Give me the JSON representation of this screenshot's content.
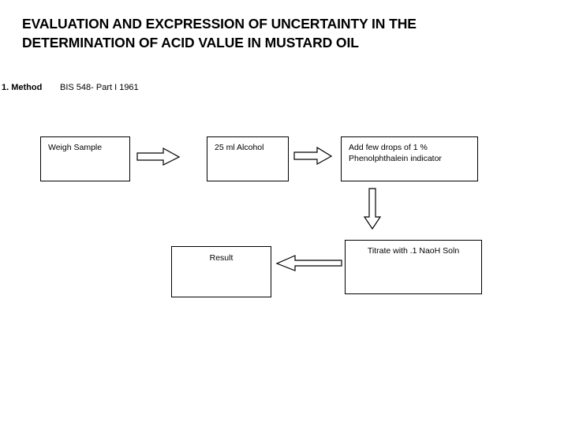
{
  "slide": {
    "title": "EVALUATION AND EXCPRESSION OF UNCERTAINTY IN THE DETERMINATION OF ACID VALUE IN MUSTARD OIL",
    "background_color": "#FFFFFF",
    "text_color": "#000000"
  },
  "method": {
    "label": "1. Method",
    "value": "BIS 548- Part I 1961"
  },
  "flowchart": {
    "boxes": [
      {
        "id": "weigh",
        "text": "Weigh Sample"
      },
      {
        "id": "alcohol",
        "text": "25 ml Alcohol"
      },
      {
        "id": "indicator",
        "text": "Add few drops of 1 %\nPhenolphthalein indicator"
      },
      {
        "id": "titrate",
        "text": "Titrate with .1 NaoH Soln"
      },
      {
        "id": "result",
        "text": "Result"
      }
    ],
    "arrows": [
      {
        "id": "weigh-to-alcohol",
        "direction": "right"
      },
      {
        "id": "alcohol-to-indicator",
        "direction": "right"
      },
      {
        "id": "indicator-to-titrate",
        "direction": "down"
      },
      {
        "id": "titrate-to-result",
        "direction": "left"
      }
    ],
    "box_border_color": "#000000",
    "box_fill_color": "#FFFFFF",
    "arrow_fill_color": "#FFFFFF",
    "arrow_outline_color": "#000000"
  }
}
